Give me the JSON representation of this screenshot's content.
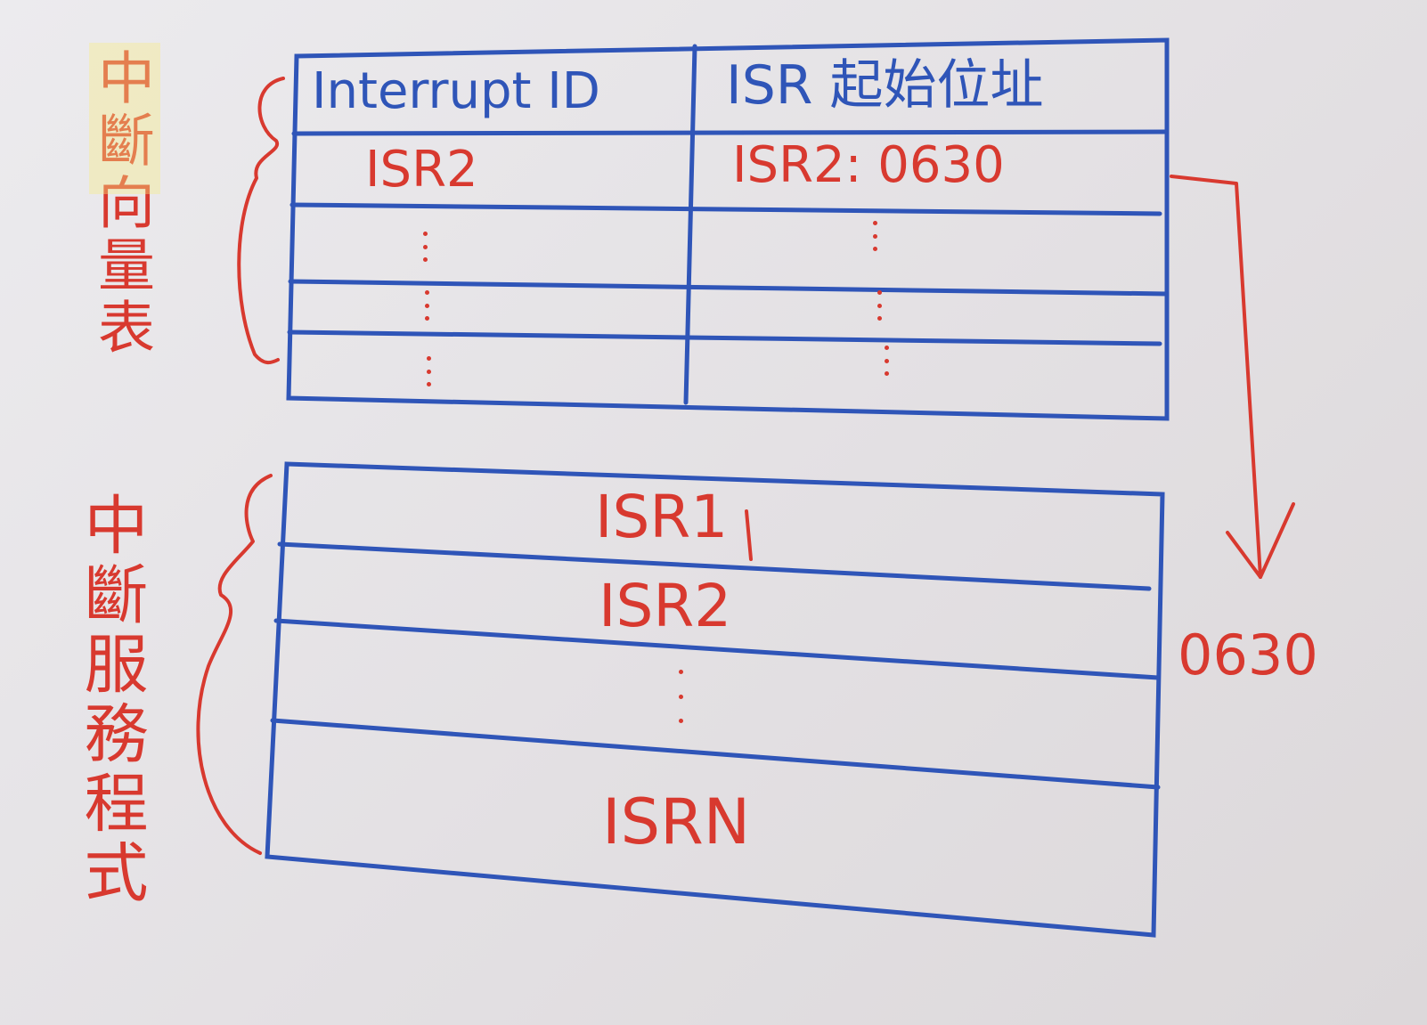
{
  "labels": {
    "vector_table": "中斷向量表",
    "service_routines": "中斷服務程式"
  },
  "vector_table": {
    "headers": [
      "Interrupt ID",
      "ISR 起始位址"
    ],
    "first_row": [
      "ISR2",
      "ISR2: 0630"
    ],
    "filler": "⋮"
  },
  "routines": {
    "items": [
      "ISR1",
      "ISR2",
      "⋮",
      "ISRN"
    ]
  },
  "pointer": {
    "address": "0630"
  },
  "colors": {
    "red_ink": "#d8392f",
    "blue_ink": "#2f55b8",
    "paper": "#e6e3e6"
  }
}
